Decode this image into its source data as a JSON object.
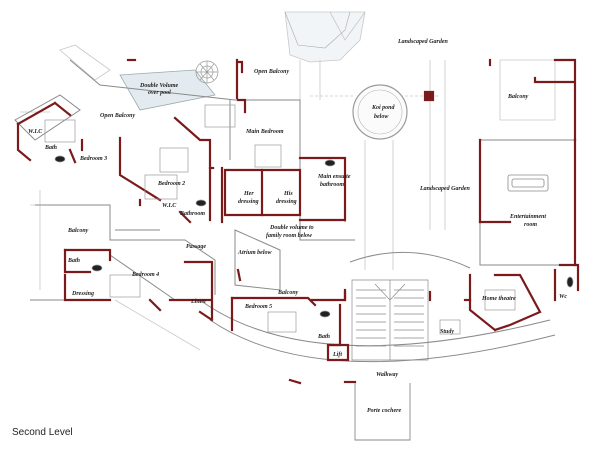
{
  "caption": "Second Level",
  "colors": {
    "wall": "#7a1a1a",
    "line": "#9a9a9a",
    "light": "#cfcfcf",
    "water": "#dfe8ee"
  },
  "rooms": {
    "landscaped_garden_top": "Landscaped Garden",
    "double_volume_pool": "Double Volume over pool",
    "open_balcony_top": "Open Balcony",
    "open_balcony_left": "Open Balcony",
    "koi_pond_line1": "Koi pond",
    "koi_pond_line2": "below",
    "balcony_right": "Balcony",
    "wic_left": "W.I.C",
    "main_bedroom": "Main Bedroom",
    "bath_left": "Bath",
    "bedroom3": "Bedroom 3",
    "bedroom2": "Bedroom 2",
    "main_ensuite_line1": "Main ensuite",
    "main_ensuite_line2": "bathroom",
    "her_dressing_line1": "Her",
    "her_dressing_line2": "dressing",
    "his_dressing_line1": "His",
    "his_dressing_line2": "dressing",
    "landscaped_garden_mid": "Landscaped Garden",
    "wic_mid": "W.I.C",
    "bathroom_mid": "Bathroom",
    "entertainment_line1": "Entertainment",
    "entertainment_line2": "room",
    "balcony_left": "Balcony",
    "passage": "Passage",
    "double_volume_line1": "Double volume to",
    "double_volume_line2": "family room below",
    "atrium": "Atrium below",
    "bath_lower": "Bath",
    "bedroom4": "Bedroom 4",
    "dressing": "Dressing",
    "balcony_mid": "Balcony",
    "home_theatre": "Home theatre",
    "wc": "Wc",
    "linen": "Linen",
    "bedroom5": "Bedroom 5",
    "study": "Study",
    "bath_b5": "Bath",
    "lift": "Lift",
    "walkway": "Walkway",
    "porte_cochere": "Porte cochere"
  }
}
